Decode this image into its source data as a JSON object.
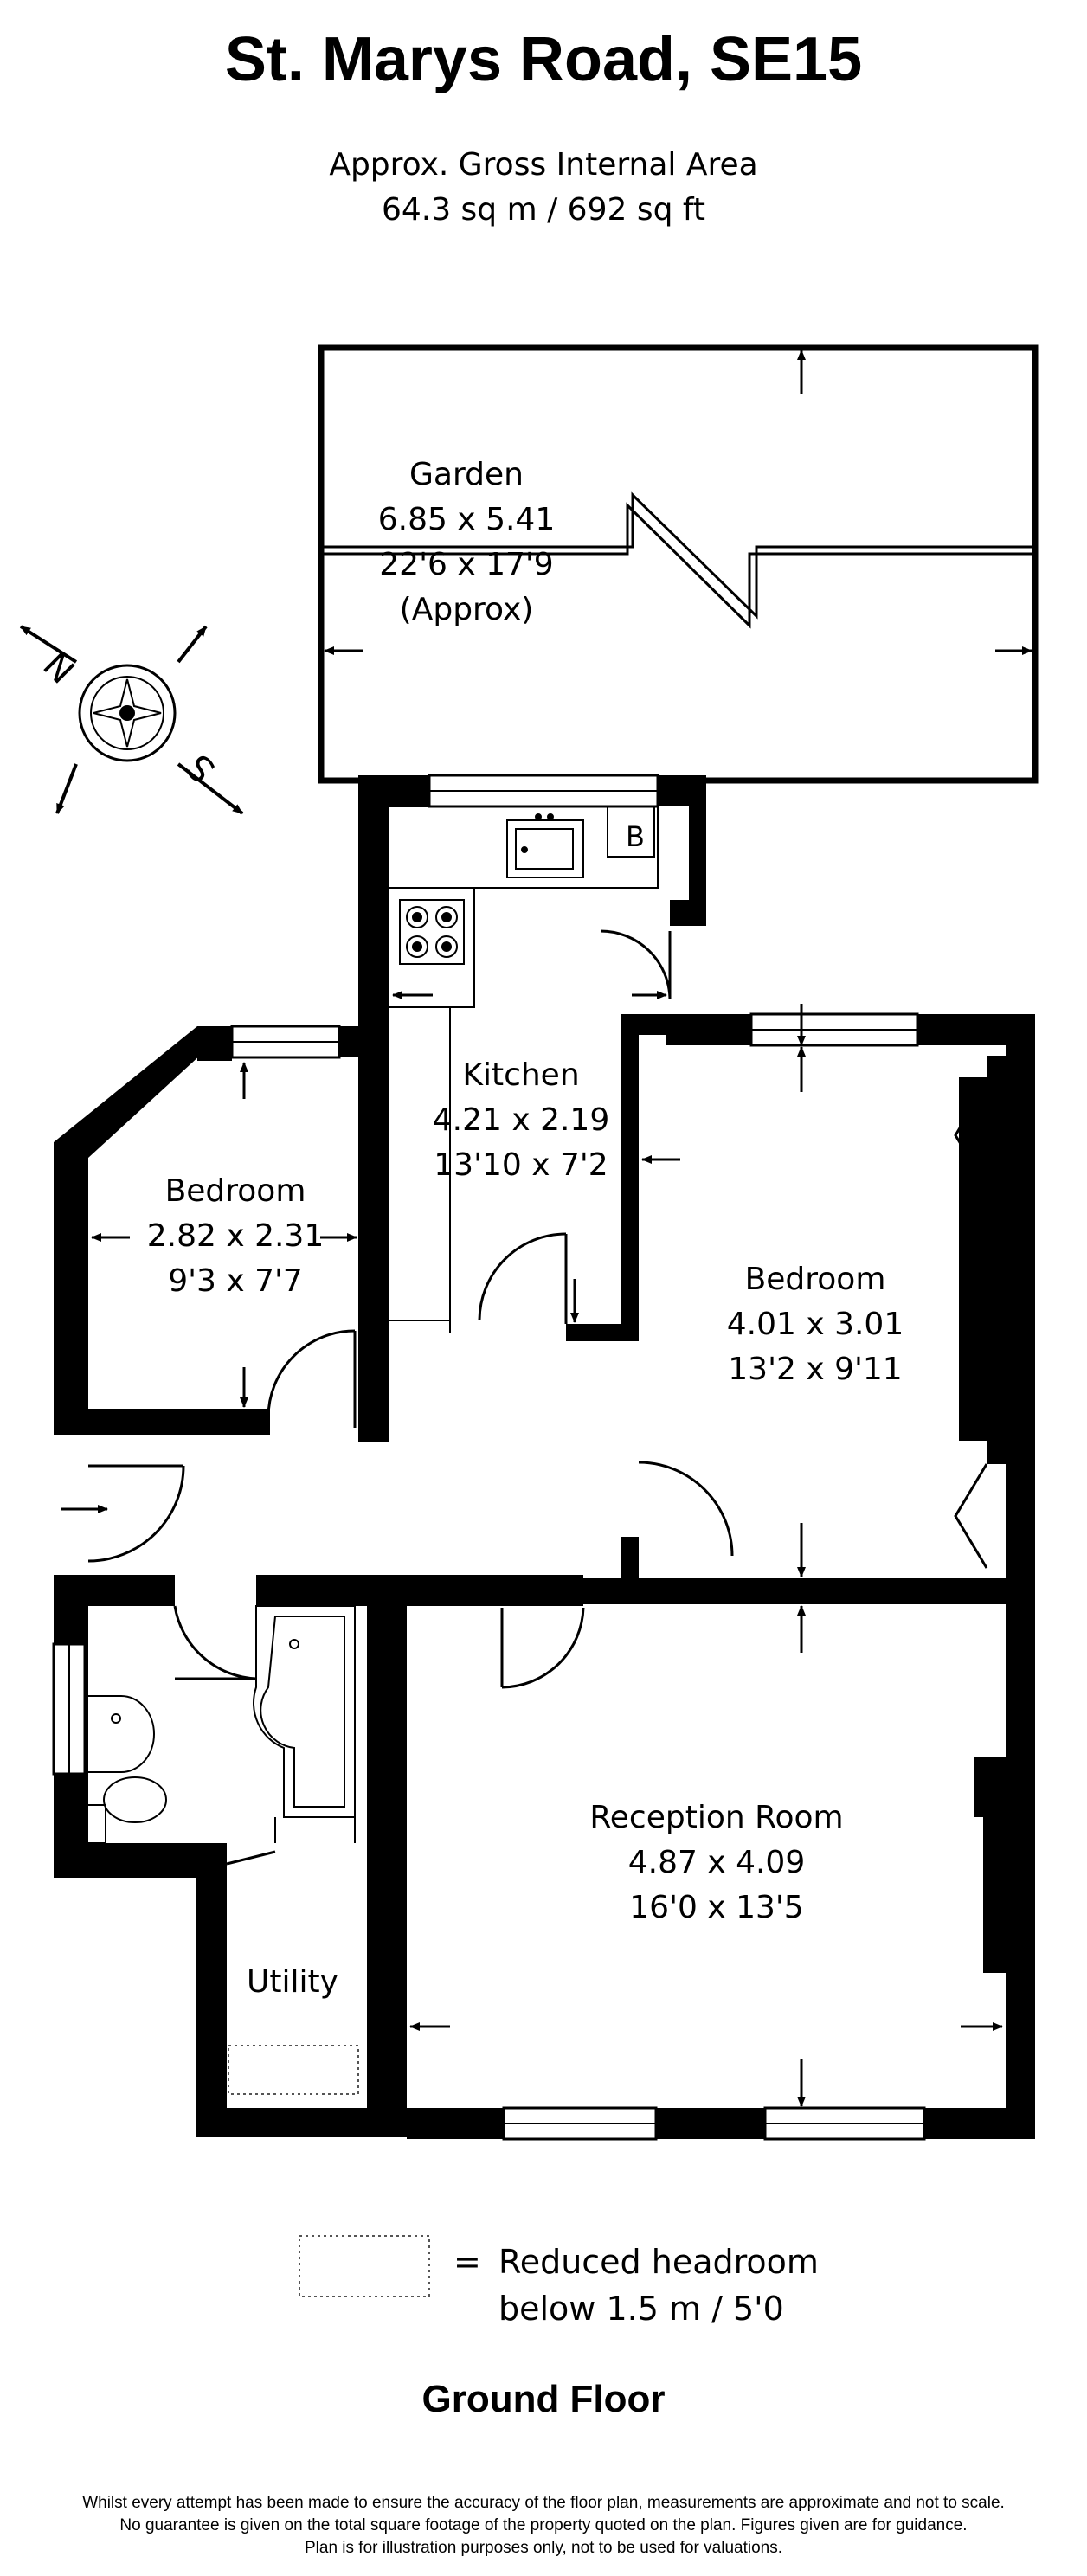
{
  "title": "St. Marys Road, SE15",
  "area": {
    "line1": "Approx. Gross Internal Area",
    "line2": "64.3 sq m / 692 sq ft"
  },
  "compass": {
    "north_label": "N",
    "south_label": "S"
  },
  "rooms": {
    "garden": {
      "name": "Garden",
      "metric": "6.85 x 5.41",
      "imperial": "22'6 x 17'9",
      "note": "(Approx)"
    },
    "kitchen": {
      "name": "Kitchen",
      "metric": "4.21 x 2.19",
      "imperial": "13'10 x 7'2"
    },
    "boiler": {
      "label": "B"
    },
    "bedroom_left": {
      "name": "Bedroom",
      "metric": "2.82 x 2.31",
      "imperial": "9'3 x 7'7"
    },
    "bedroom_right": {
      "name": "Bedroom",
      "metric": "4.01 x 3.01",
      "imperial": "13'2 x 9'11"
    },
    "reception": {
      "name": "Reception Room",
      "metric": "4.87 x 4.09",
      "imperial": "16'0 x 13'5"
    },
    "utility": {
      "name": "Utility"
    }
  },
  "legend": {
    "equals": "=",
    "line1": "Reduced headroom",
    "line2": "below 1.5 m / 5'0"
  },
  "floor_label": "Ground Floor",
  "disclaimer": {
    "line1": "Whilst every attempt has been made to ensure the accuracy of the floor plan, measurements are approximate and not to scale.",
    "line2": "No guarantee is given on the total square footage of the property quoted on the plan. Figures given are for guidance.",
    "line3": "Plan is for illustration purposes only, not to be used for valuations."
  },
  "colors": {
    "wall": "#000000",
    "background": "#ffffff",
    "line": "#000000",
    "dotted": "#555555"
  }
}
